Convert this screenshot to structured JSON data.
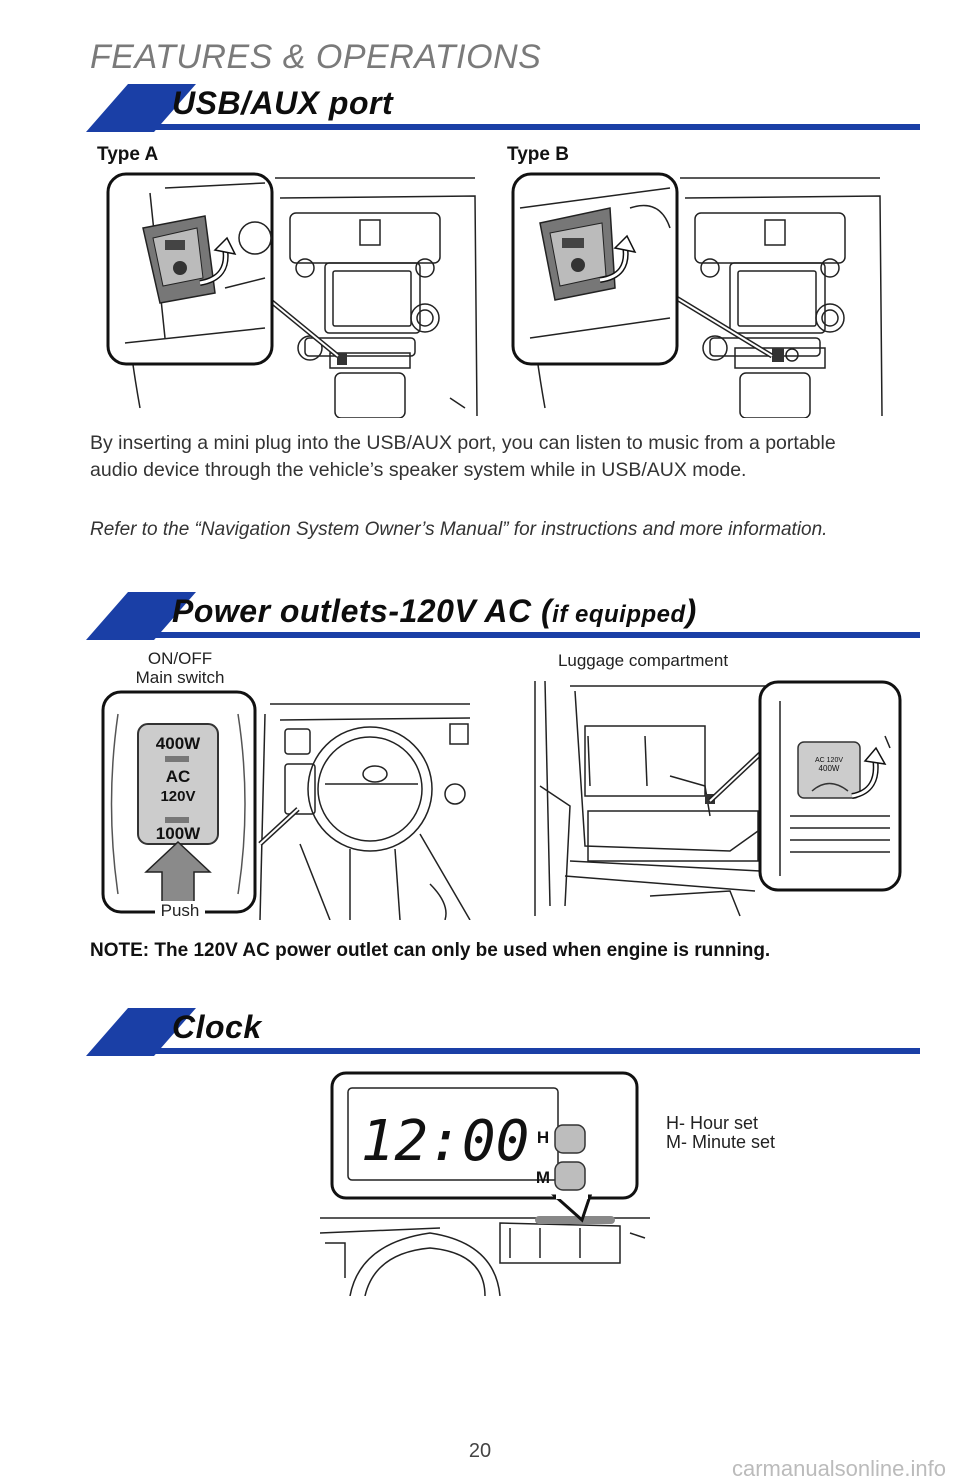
{
  "header": {
    "title": "FEATURES & OPERATIONS"
  },
  "sections": {
    "usb": {
      "title": "USB/AUX port",
      "type_a_label": "Type A",
      "type_b_label": "Type B",
      "body": "By inserting a mini plug into the USB/AUX port, you can listen to music from a portable audio device through the vehicle’s speaker system while in USB/AUX mode.",
      "reference": "Refer to the “Navigation System Owner’s Manual” for instructions and more information."
    },
    "power": {
      "title": "Power outlets-120V AC (",
      "title_suffix": "if equipped",
      "title_close": ")",
      "switch_caption_line1": "ON/OFF",
      "switch_caption_line2": "Main switch",
      "luggage_caption": "Luggage compartment",
      "push_label": "Push",
      "switch_labels": {
        "top": "400W",
        "mid1": "AC",
        "mid2": "120V",
        "bottom": "100W"
      },
      "outlet_label_line1": "AC 120V",
      "outlet_label_line2": "400W",
      "note": "NOTE: The 120V AC power outlet can only be used when engine is running."
    },
    "clock": {
      "title": "Clock",
      "display": "12:00",
      "h_button": "H",
      "m_button": "M",
      "legend_h": "H- Hour set",
      "legend_m": "M- Minute set"
    }
  },
  "footer": {
    "page_number": "20",
    "watermark": "carmanualsonline.info"
  },
  "colors": {
    "accent_blue": "#1a3fa6",
    "header_gray": "#7a7a7a"
  }
}
